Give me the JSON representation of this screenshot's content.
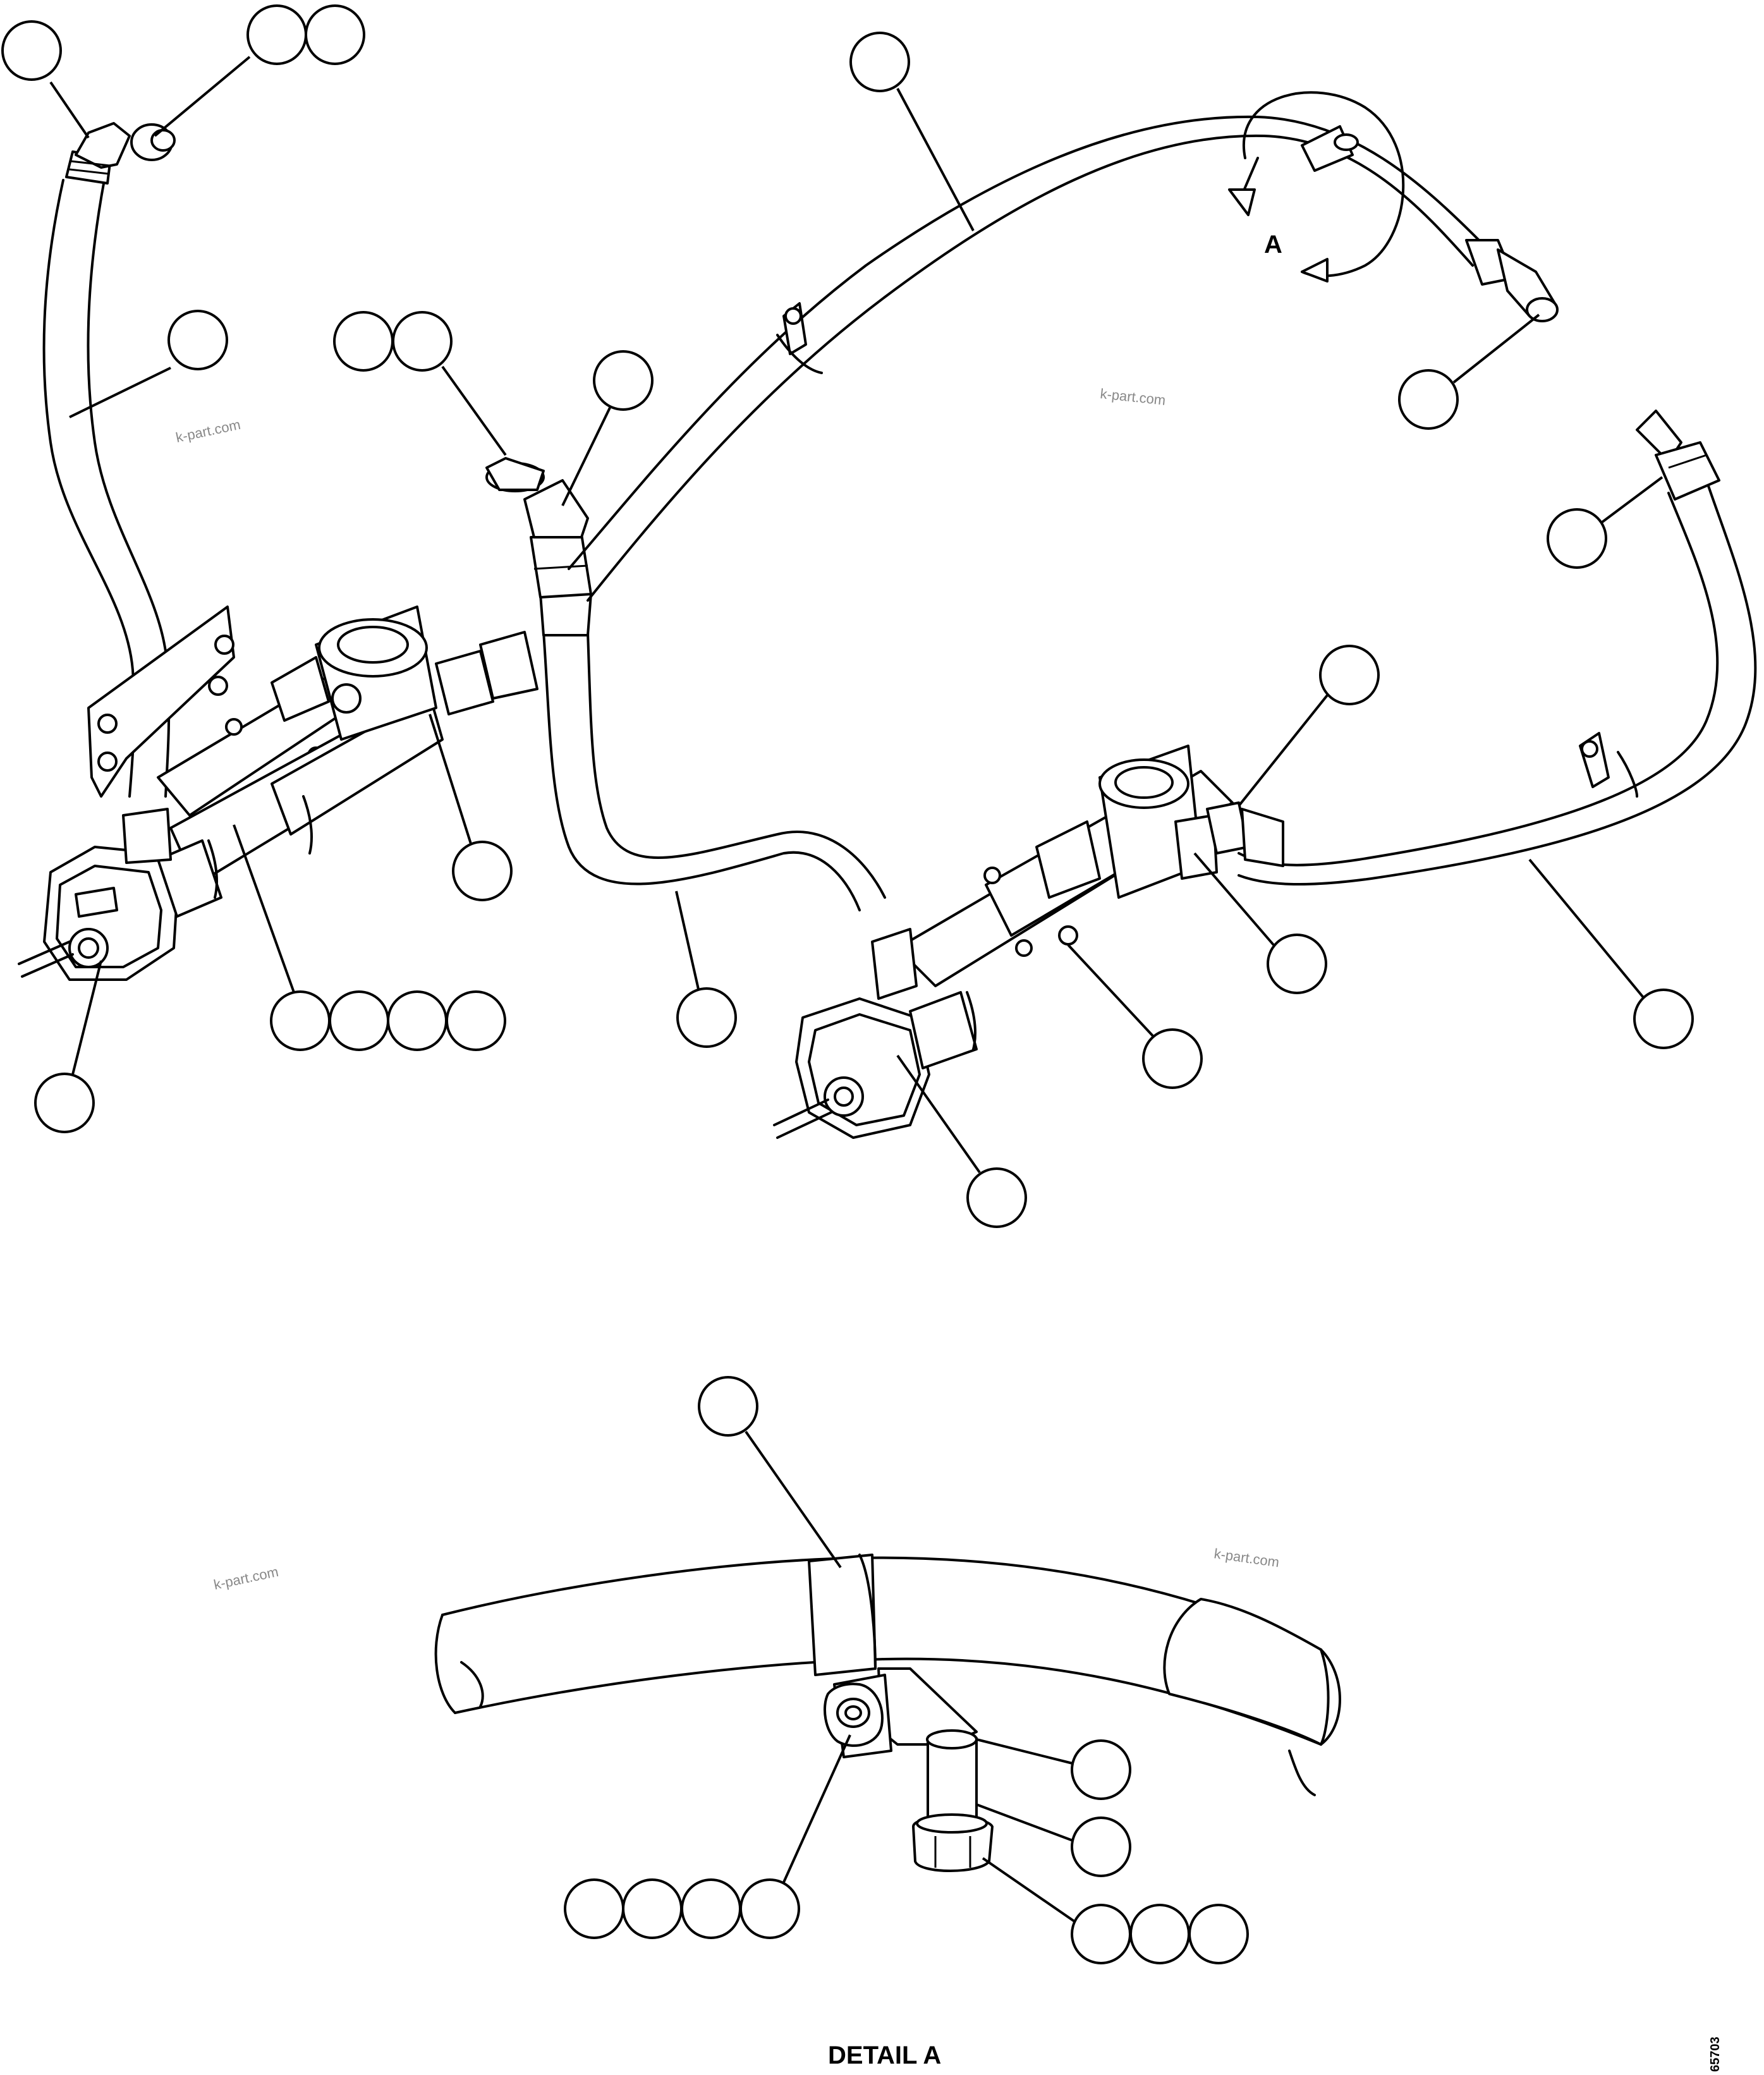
{
  "detail_marker": "A",
  "detail_title": "DETAIL A",
  "watermark": "k-part.com",
  "drawing_number": "65703"
}
